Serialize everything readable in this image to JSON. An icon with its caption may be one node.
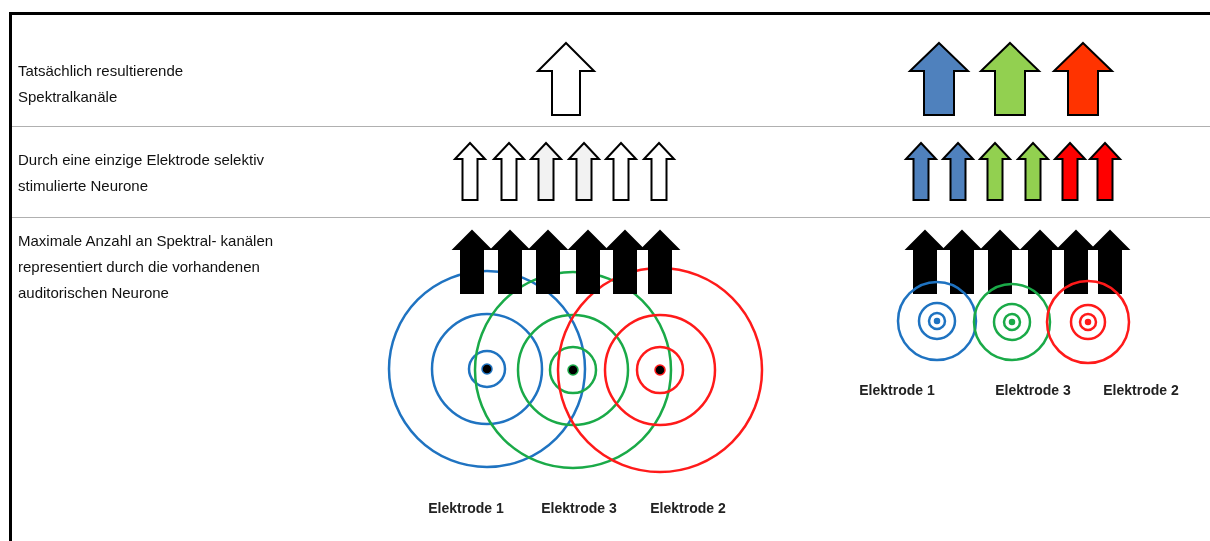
{
  "diagram": {
    "labels": [
      "Tatsächlich resultierende Spektralkanäle",
      "Durch eine einzige Elektrode selektiv stimulierte Neurone",
      "Maximale Anzahl an Spektral- kanälen representiert durch die vorhandenen auditorischen Neurone",
      "Elektrode 1",
      "Elektrode 3",
      "Elektrode 2",
      "Elektrode 1",
      "Elektrode 3",
      "Elektrode 2"
    ]
  }
}
